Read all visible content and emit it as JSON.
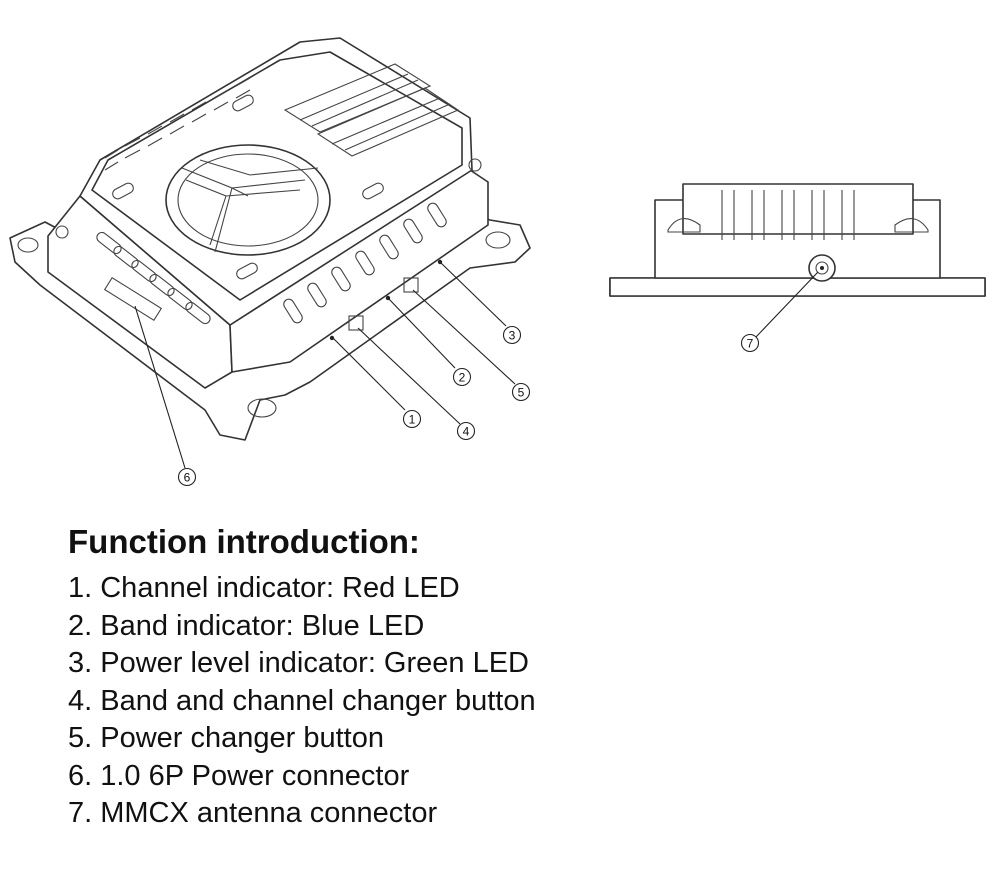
{
  "callouts": [
    "1",
    "2",
    "3",
    "4",
    "5",
    "6",
    "7"
  ],
  "intro": {
    "title": "Function introduction:",
    "items": [
      "1. Channel indicator: Red LED",
      "2. Band indicator: Blue LED",
      "3. Power level indicator: Green LED",
      "4. Band and channel changer button",
      "5. Power changer button",
      "6. 1.0 6P Power connector",
      "7. MMCX antenna connector"
    ]
  }
}
